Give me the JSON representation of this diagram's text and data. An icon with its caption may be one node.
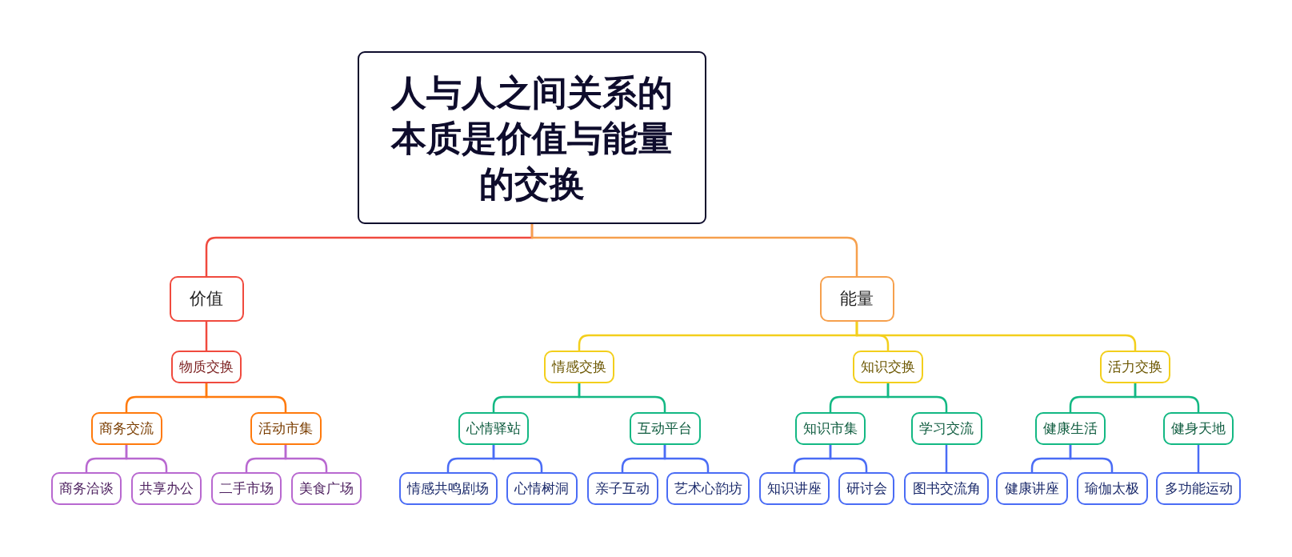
{
  "diagram": {
    "nodes": [
      {
        "text": [
          "人与人之间关系的本质是价值与能量的交换"
        ]
      },
      {
        "text": [
          "价值"
        ]
      },
      {
        "text": [
          "能量"
        ]
      },
      {
        "text": [
          "物质交换"
        ]
      },
      {
        "text": [
          "情感交换"
        ]
      },
      {
        "text": [
          "知识交换"
        ]
      },
      {
        "text": [
          "活力交换"
        ]
      },
      {
        "text": [
          "商务交流"
        ]
      },
      {
        "text": [
          "活动市集"
        ]
      },
      {
        "text": [
          "心情驿站"
        ]
      },
      {
        "text": [
          "互动平台"
        ]
      },
      {
        "text": [
          "知识市集"
        ]
      },
      {
        "text": [
          "学习交流"
        ]
      },
      {
        "text": [
          "健康生活"
        ]
      },
      {
        "text": [
          "健身天地"
        ]
      },
      {
        "text": [
          "商务洽谈"
        ]
      },
      {
        "text": [
          "共享办公"
        ]
      },
      {
        "text": [
          "二手市场"
        ]
      },
      {
        "text": [
          "美食广场"
        ]
      },
      {
        "text": [
          "情感共鸣剧场"
        ]
      },
      {
        "text": [
          "心情树洞"
        ]
      },
      {
        "text": [
          "亲子互动"
        ]
      },
      {
        "text": [
          "艺术心韵坊"
        ]
      },
      {
        "text": [
          "知识讲座"
        ]
      },
      {
        "text": [
          "研讨会"
        ]
      },
      {
        "text": [
          "图书交流角"
        ]
      },
      {
        "text": [
          "健康讲座"
        ]
      },
      {
        "text": [
          "瑜伽太极"
        ]
      },
      {
        "text": [
          "多功能运动"
        ]
      }
    ],
    "edges": [
      {
        "from": 0,
        "to": 1,
        "arrow": "none",
        "color": "#f04a3e"
      },
      {
        "from": 0,
        "to": 2,
        "arrow": "none",
        "color": "#f6a04d"
      },
      {
        "from": 1,
        "to": 3,
        "arrow": "none",
        "color": "#f04a3e"
      },
      {
        "from": 3,
        "to": 7,
        "arrow": "none",
        "color": "#ff7a0c"
      },
      {
        "from": 3,
        "to": 8,
        "arrow": "none",
        "color": "#ff7a0c"
      },
      {
        "from": 7,
        "to": 15,
        "arrow": "none",
        "color": "#b868d0"
      },
      {
        "from": 7,
        "to": 16,
        "arrow": "none",
        "color": "#b868d0"
      },
      {
        "from": 8,
        "to": 17,
        "arrow": "none",
        "color": "#b868d0"
      },
      {
        "from": 8,
        "to": 18,
        "arrow": "none",
        "color": "#b868d0"
      },
      {
        "from": 2,
        "to": 4,
        "arrow": "none",
        "color": "#f3cf1c"
      },
      {
        "from": 2,
        "to": 5,
        "arrow": "none",
        "color": "#f3cf1c"
      },
      {
        "from": 2,
        "to": 6,
        "arrow": "none",
        "color": "#f3cf1c"
      },
      {
        "from": 4,
        "to": 9,
        "arrow": "none",
        "color": "#13b883"
      },
      {
        "from": 4,
        "to": 10,
        "arrow": "none",
        "color": "#13b883"
      },
      {
        "from": 5,
        "to": 11,
        "arrow": "none",
        "color": "#13b883"
      },
      {
        "from": 5,
        "to": 12,
        "arrow": "none",
        "color": "#13b883"
      },
      {
        "from": 6,
        "to": 13,
        "arrow": "none",
        "color": "#13b883"
      },
      {
        "from": 6,
        "to": 14,
        "arrow": "none",
        "color": "#13b883"
      },
      {
        "from": 9,
        "to": 19,
        "arrow": "none"
      },
      {
        "from": 9,
        "to": 20,
        "arrow": "none"
      },
      {
        "from": 10,
        "to": 21,
        "arrow": "none"
      },
      {
        "from": 10,
        "to": 22,
        "arrow": "none"
      },
      {
        "from": 11,
        "to": 23,
        "arrow": "none"
      },
      {
        "from": 11,
        "to": 24,
        "arrow": "none"
      },
      {
        "from": 12,
        "to": 25,
        "arrow": "none"
      },
      {
        "from": 13,
        "to": 26,
        "arrow": "none"
      },
      {
        "from": 13,
        "to": 27,
        "arrow": "none"
      },
      {
        "from": 14,
        "to": 28,
        "arrow": "none"
      }
    ]
  }
}
